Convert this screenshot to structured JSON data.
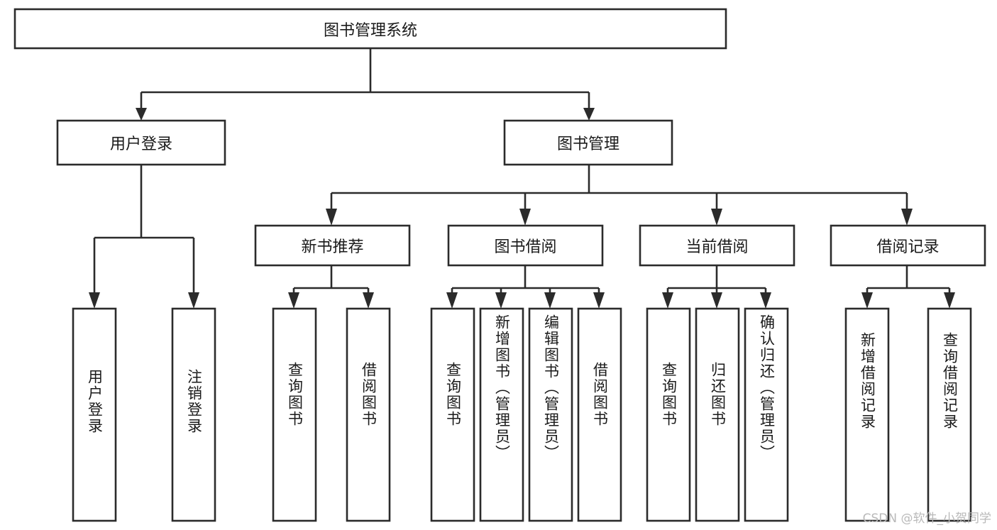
{
  "diagram": {
    "type": "tree",
    "title": "图书管理系统",
    "orientation": "top-down",
    "colors": {
      "box_stroke": "#2b2b2b",
      "box_fill": "#ffffff",
      "text": "#1a1a1a",
      "background": "#ffffff",
      "watermark": "#b9b9b9"
    },
    "root": {
      "label": "图书管理系统"
    },
    "level2": [
      {
        "label": "用户登录"
      },
      {
        "label": "图书管理"
      }
    ],
    "level3": [
      {
        "label": "新书推荐"
      },
      {
        "label": "图书借阅"
      },
      {
        "label": "当前借阅"
      },
      {
        "label": "借阅记录"
      }
    ],
    "leaves_user_login": [
      {
        "label": "用户登录"
      },
      {
        "label": "注销登录"
      }
    ],
    "leaves_new_book": [
      {
        "label": "查询图书"
      },
      {
        "label": "借阅图书"
      }
    ],
    "leaves_book_borrow": [
      {
        "label": "查询图书"
      },
      {
        "label": "新增图书（管理员）"
      },
      {
        "label": "编辑图书（管理员）"
      },
      {
        "label": "借阅图书"
      }
    ],
    "leaves_current_borrow": [
      {
        "label": "查询图书"
      },
      {
        "label": "归还图书"
      },
      {
        "label": "确认归还（管理员）"
      }
    ],
    "leaves_borrow_record": [
      {
        "label": "新增借阅记录"
      },
      {
        "label": "查询借阅记录"
      }
    ]
  },
  "watermark": {
    "text": "CSDN @软件_小贺同学"
  }
}
